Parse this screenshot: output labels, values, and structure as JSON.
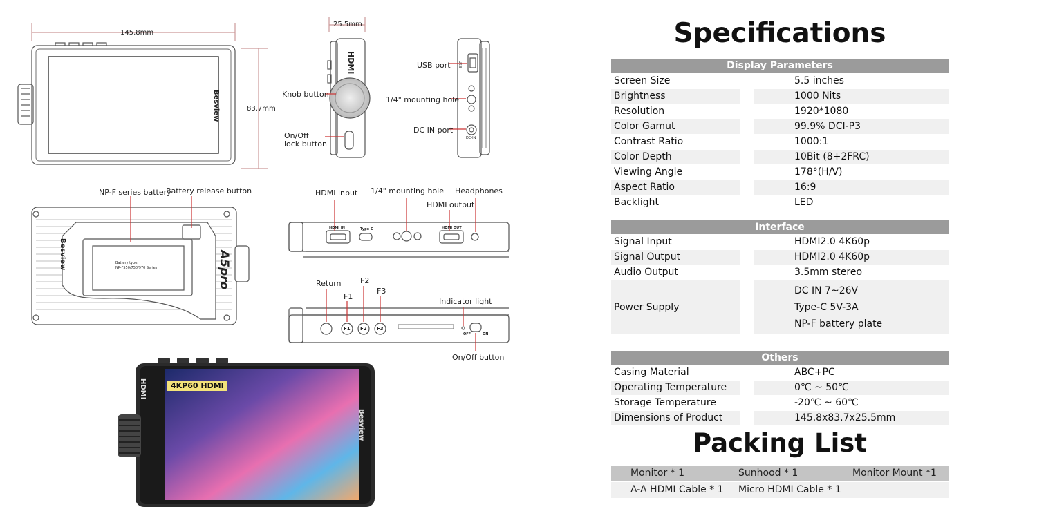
{
  "diagrams": {
    "top_front": {
      "width_label": "145.8mm",
      "height_label": "83.7mm",
      "brand": "Besview"
    },
    "top_side": {
      "depth_label": "25.5mm",
      "hdmi_logo": "HDMI",
      "knob_label": "Knob button",
      "lock_label_1": "On/Off",
      "lock_label_2": "lock button"
    },
    "top_right": {
      "usb_label": "USB port",
      "mount_label": "1/4\" mounting hole",
      "dc_label": "DC IN port",
      "usb_small": "USB",
      "dc_small": "DC-IN"
    },
    "back": {
      "battery_label": "NP-F series battery",
      "release_label": "Battery release button",
      "brand": "Besview",
      "model": "A5pro",
      "battery_text_1": "Battery type:",
      "battery_text_2": "NP-F550/750/970 Series"
    },
    "ports": {
      "hdmi_in_label": "HDMI input",
      "mount_label": "1/4\" mounting hole",
      "hdmi_out_label": "HDMI output",
      "headphones_label": "Headphones",
      "hdmi_in_small": "HDMI IN",
      "typec_small": "Type-C",
      "hdmi_out_small": "HDMI OUT"
    },
    "buttons": {
      "return_label": "Return",
      "f1_label": "F1",
      "f2_label": "F2",
      "f3_label": "F3",
      "indicator_label": "Indicator light",
      "onoff_label": "On/Off button",
      "off_small": "OFF",
      "on_small": "ON",
      "b1": "F1",
      "b2": "F2",
      "b3": "F3"
    },
    "photo": {
      "badge": "4KP60 HDMI",
      "brand": "Besview",
      "hdmi_logo": "HDMI"
    }
  },
  "specs": {
    "title": "Specifications",
    "sections": [
      {
        "name": "Display Parameters",
        "rows": [
          {
            "label": "Screen Size",
            "value": "5.5 inches"
          },
          {
            "label": "Brightness",
            "value": "1000 Nits"
          },
          {
            "label": "Resolution",
            "value": "1920*1080"
          },
          {
            "label": "Color Gamut",
            "value": "99.9% DCI-P3"
          },
          {
            "label": "Contrast Ratio",
            "value": "1000:1"
          },
          {
            "label": "Color Depth",
            "value": "10Bit (8+2FRC)"
          },
          {
            "label": "Viewing Angle",
            "value": "178°(H/V)"
          },
          {
            "label": "Aspect Ratio",
            "value": "16:9"
          },
          {
            "label": "Backlight",
            "value": "LED"
          }
        ]
      },
      {
        "name": "Interface",
        "rows": [
          {
            "label": "Signal Input",
            "value": "HDMI2.0 4K60p"
          },
          {
            "label": "Signal Output",
            "value": "HDMI2.0 4K60p"
          },
          {
            "label": "Audio Output",
            "value": "3.5mm stereo"
          }
        ],
        "power": {
          "label": "Power Supply",
          "values": [
            "DC IN 7~26V",
            "Type-C 5V-3A",
            "NP-F battery plate"
          ]
        }
      },
      {
        "name": "Others",
        "rows": [
          {
            "label": "Casing Material",
            "value": "ABC+PC"
          },
          {
            "label": "Operating Temperature",
            "value": "0℃ ~ 50℃"
          },
          {
            "label": "Storage Temperature",
            "value": "-20℃ ~ 60℃"
          },
          {
            "label": "Dimensions of Product",
            "value": "145.8x83.7x25.5mm"
          }
        ]
      }
    ]
  },
  "packing": {
    "title": "Packing List",
    "rows": [
      [
        "Monitor * 1",
        "Sunhood * 1",
        "Monitor Mount *1"
      ],
      [
        "A-A HDMI Cable * 1",
        "Micro HDMI Cable * 1",
        ""
      ]
    ]
  }
}
